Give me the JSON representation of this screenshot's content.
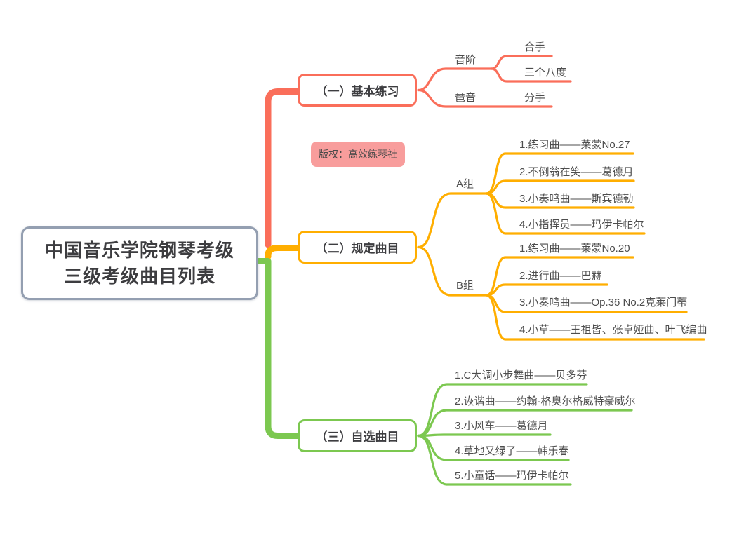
{
  "colors": {
    "red": "#fa6e5a",
    "yellow": "#ffae00",
    "green": "#7cc850",
    "root_border": "#949fb1",
    "note_bg": "#f89d9c",
    "text_dark": "#3d3d40",
    "label_text": "#4d4d4d"
  },
  "root": {
    "line1": "中国音乐学院钢琴考级",
    "line2": "三级考级曲目列表"
  },
  "note": {
    "label": "版权：高效练琴社"
  },
  "branches": [
    {
      "label": "（一）基本练习",
      "color": "#fa6e5a",
      "children": [
        {
          "label": "音阶",
          "children": [
            {
              "label": "合手"
            },
            {
              "label": "三个八度"
            }
          ]
        },
        {
          "label": "琶音",
          "children": [
            {
              "label": "分手"
            }
          ]
        }
      ]
    },
    {
      "label": "（二）规定曲目",
      "color": "#ffae00",
      "children": [
        {
          "label": "A组",
          "children": [
            {
              "label": "1.练习曲——莱蒙No.27"
            },
            {
              "label": "2.不倒翁在笑——葛德月"
            },
            {
              "label": "3.小奏鸣曲——斯宾德勒"
            },
            {
              "label": "4.小指挥员——玛伊卡帕尔"
            }
          ]
        },
        {
          "label": "B组",
          "children": [
            {
              "label": "1.练习曲——莱蒙No.20"
            },
            {
              "label": "2.进行曲——巴赫"
            },
            {
              "label": "3.小奏鸣曲——Op.36 No.2克莱门蒂"
            },
            {
              "label": "4.小草——王祖皆、张卓娅曲、叶飞编曲"
            }
          ]
        }
      ]
    },
    {
      "label": "（三）自选曲目",
      "color": "#7cc850",
      "children": [
        {
          "label": "1.C大调小步舞曲——贝多芬"
        },
        {
          "label": "2.诙谐曲——约翰·格奥尔格威特豪威尔"
        },
        {
          "label": "3.小风车——葛德月"
        },
        {
          "label": "4.草地又绿了——韩乐春"
        },
        {
          "label": "5.小童话——玛伊卡帕尔"
        }
      ]
    }
  ]
}
